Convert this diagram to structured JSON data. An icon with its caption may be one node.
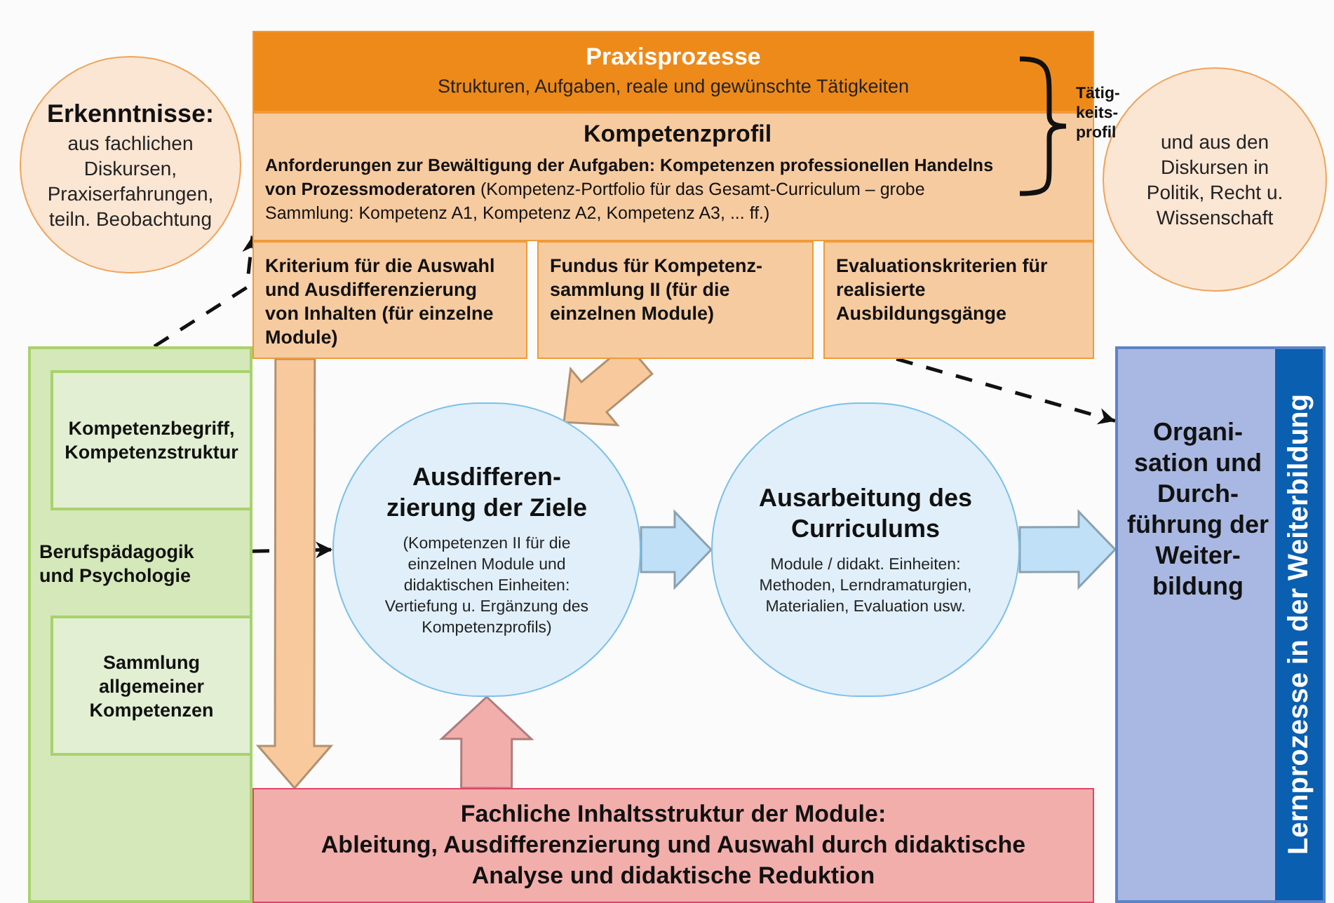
{
  "diagram": {
    "nodes": [
      {
        "text": [
          "Praxisprozesse",
          "Strukturen, Aufgaben, reale und gewünschte Tätigkeiten"
        ]
      },
      {
        "text": [
          "Kompetenzprofil",
          "**Anforderungen zur Bewältigung der Aufgaben: Kompetenzen professionellen Handelns von Prozessmoderatoren** (Kompetenz-Portfolio für das Gesamt-Curriculum – grobe Sammlung: Kompetenz A1, Kompetenz A2, Kompetenz A3, ... ff.)"
        ]
      },
      {
        "text": [
          "Kriterium für die Auswahl und Ausdifferenzierung von Inhalten (für einzelne Module)"
        ]
      },
      {
        "text": [
          "Fundus für Kompetenz- sammlung II (für die einzelnen Module)"
        ]
      },
      {
        "text": [
          "Evaluationskriterien für realisierte Ausbildungsgänge"
        ]
      },
      {
        "text": [
          "Erkenntnisse:",
          "aus fachlichen Diskursen, Praxiserfahrungen, teiln. Beobachtung"
        ]
      },
      {
        "text": [
          "und aus den Diskursen in Politik, Recht u. Wissenschaft"
        ]
      },
      {
        "text": [
          "Berufspädagogik und Psychologie"
        ]
      },
      {
        "text": [
          "Kompetenzbegriff, Kompetenzstruktur"
        ],
        "in": 7
      },
      {
        "text": [
          "Sammlung allgemeiner Kompetenzen"
        ],
        "in": 7
      },
      {
        "text": [
          "Ausdifferen- zierung der Ziele",
          "(Kompetenzen II für die einzelnen Module und didaktischen Einheiten: Vertiefung u. Ergänzung des Kompetenzprofils)"
        ]
      },
      {
        "text": [
          "Ausarbeitung des Curriculums",
          "Module / didakt. Einheiten: Methoden, Lerndramaturgien, Materialien, Evaluation usw."
        ]
      },
      {
        "text": [
          "Organi- sation und Durch- führung der Weiter- bildung",
          "Lernprozesse in der Weiterbildung"
        ]
      },
      {
        "text": [
          "Fachliche Inhaltsstruktur der Module:",
          "Ableitung, Ausdifferenzierung und Auswahl durch didaktische Analyse und didaktische Reduktion"
        ]
      }
    ],
    "edges": [
      {
        "from": 7,
        "to": 1,
        "arrow": "to",
        "style": "dashed"
      },
      {
        "from": 7,
        "to": 10,
        "arrow": "to",
        "style": "dashed"
      },
      {
        "from": 4,
        "to": 12,
        "arrow": "to",
        "style": "dashed"
      },
      {
        "from": 2,
        "to": 13,
        "arrow": "to",
        "style": "thick",
        "color": "#f7c99c"
      },
      {
        "from": 3,
        "to": 10,
        "arrow": "to",
        "style": "thick",
        "color": "#f7c99c"
      },
      {
        "from": 10,
        "to": 11,
        "arrow": "to",
        "style": "thick",
        "color": "#bfe0f6"
      },
      {
        "from": 11,
        "to": 12,
        "arrow": "to",
        "style": "thick",
        "color": "#bfe0f6"
      },
      {
        "from": 13,
        "to": 10,
        "arrow": "to",
        "style": "thick",
        "color": "#f2aeab"
      }
    ],
    "labels": [
      "Tätig- keits- profil"
    ]
  }
}
